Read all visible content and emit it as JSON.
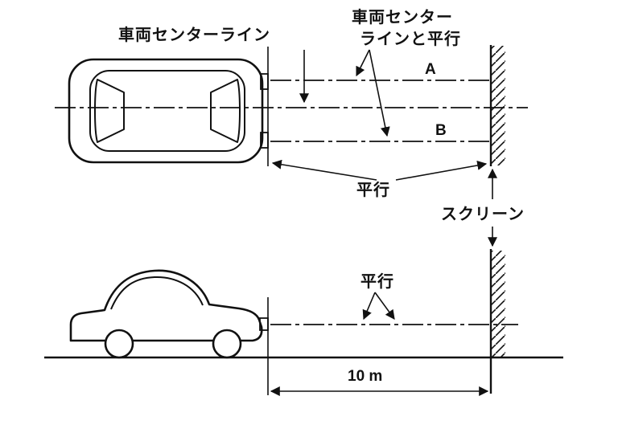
{
  "diagram": {
    "title": "headlamp-aiming-screen-diagram",
    "labels": {
      "center_line": "車両センターライン",
      "parallel_to_center_line1": "車両センター",
      "parallel_to_center_line2": "ラインと平行",
      "line_a": "A",
      "line_b": "B",
      "parallel_top": "平行",
      "screen": "スクリーン",
      "parallel_bottom": "平行",
      "distance": "10 m"
    },
    "colors": {
      "line": "#111111",
      "background": "#ffffff"
    }
  }
}
